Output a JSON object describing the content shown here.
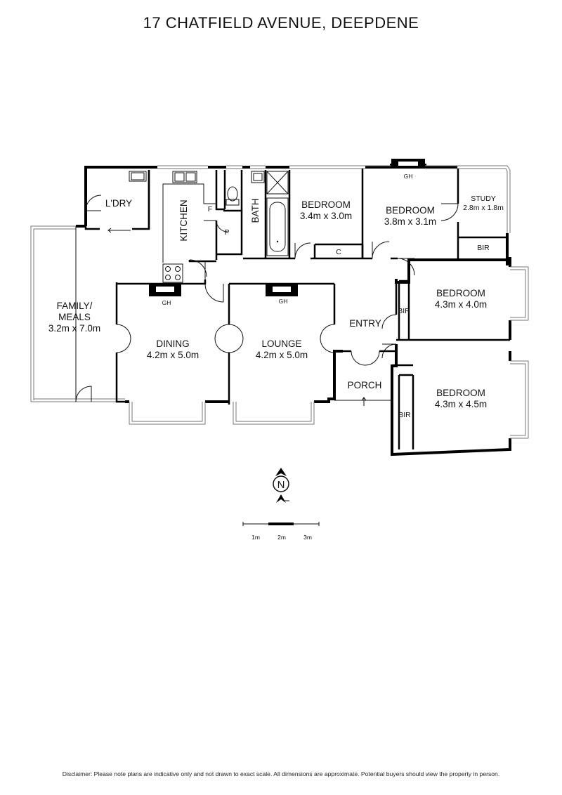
{
  "header": {
    "title": "17 CHATFIELD AVENUE, DEEPDENE"
  },
  "rooms": {
    "laundry": {
      "name": "L'DRY"
    },
    "kitchen": {
      "name": "KITCHEN"
    },
    "kitchen_fridge": {
      "name": "F"
    },
    "kitchen_pantry": {
      "name": "P"
    },
    "bath": {
      "name": "BATH"
    },
    "bedroom_1": {
      "name": "BEDROOM",
      "size": "3.4m x 3.0m"
    },
    "bedroom_2": {
      "name": "BEDROOM",
      "size": "3.8m x 3.1m"
    },
    "bedroom_2_gas_heater": {
      "name": "GH"
    },
    "study": {
      "name": "STUDY",
      "size": "2.8m x 1.8m"
    },
    "study_robe": {
      "name": "BIR"
    },
    "linen_cupboard": {
      "name": "C"
    },
    "family_meals": {
      "name_line1": "FAMILY/",
      "name_line2": "MEALS",
      "size": "3.2m x 7.0m"
    },
    "dining": {
      "name": "DINING",
      "size": "4.2m x 5.0m"
    },
    "dining_gas_heater": {
      "name": "GH"
    },
    "lounge": {
      "name": "LOUNGE",
      "size": "4.2m x 5.0m"
    },
    "lounge_gas_heater": {
      "name": "GH"
    },
    "entry": {
      "name": "ENTRY"
    },
    "porch": {
      "name": "PORCH"
    },
    "bedroom_3": {
      "name": "BEDROOM",
      "size": "4.3m x 4.0m"
    },
    "bedroom_3_robe": {
      "name": "BIR"
    },
    "bedroom_4": {
      "name": "BEDROOM",
      "size": "4.3m x 4.5m"
    },
    "bedroom_4_robe": {
      "name": "BIR"
    }
  },
  "compass": {
    "letter": "N",
    "icon": "north-arrow-icon"
  },
  "scale_bar": {
    "labels": [
      "1m",
      "2m",
      "3m"
    ]
  },
  "footer": {
    "disclaimer": "Disclaimer: Please note plans are indicative only and not drawn to exact scale. All dimensions are approximate. Potential buyers should view the property in person."
  },
  "colors": {
    "wall": "#000000",
    "line": "#111111",
    "window": "#999999"
  }
}
